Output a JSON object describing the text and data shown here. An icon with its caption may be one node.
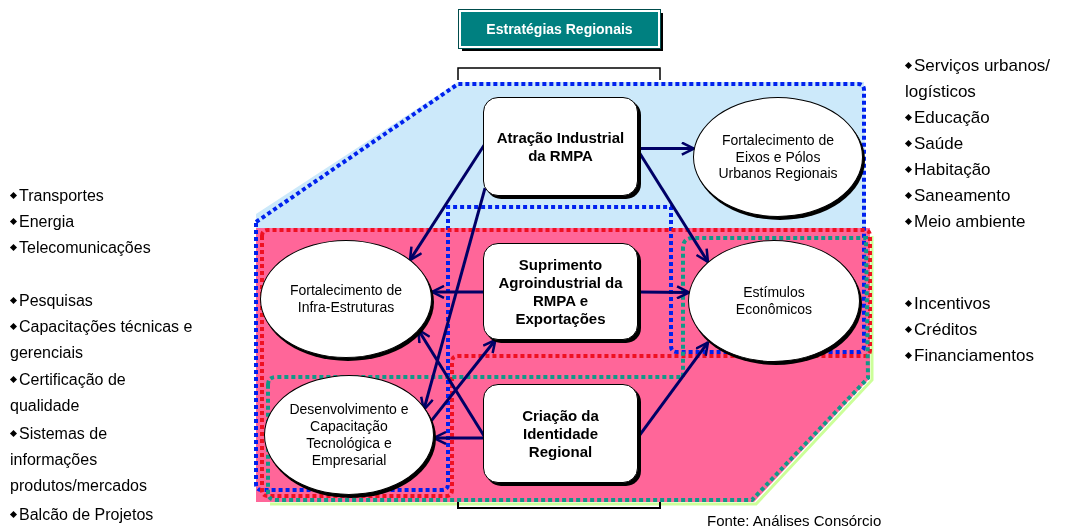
{
  "diagram": {
    "nodes": [
      {
        "text": [
          "Estratégias Regionais"
        ]
      },
      {
        "text": [
          "Atração Industrial da RMPA"
        ]
      },
      {
        "text": [
          "Fortalecimento de Eixos e Pólos Urbanos Regionais"
        ]
      },
      {
        "text": [
          "Fortalecimento de Infra-Estruturas"
        ]
      },
      {
        "text": [
          "Suprimento Agroindustrial da RMPA e Exportações"
        ]
      },
      {
        "text": [
          "Estímulos Econômicos"
        ]
      },
      {
        "text": [
          "Desenvolvimento e Capacitação Tecnológica e Empresarial"
        ]
      },
      {
        "text": [
          "Criação da Identidade Regional"
        ]
      }
    ],
    "edges": [
      {
        "from": 1,
        "to": 2,
        "arrow": "to"
      },
      {
        "from": 1,
        "to": 5,
        "arrow": "to"
      },
      {
        "from": 1,
        "to": 3,
        "arrow": "to"
      },
      {
        "from": 1,
        "to": 6,
        "arrow": "to"
      },
      {
        "from": 4,
        "to": 3,
        "arrow": "to"
      },
      {
        "from": 4,
        "to": 5,
        "arrow": "to"
      },
      {
        "from": 7,
        "to": 3,
        "arrow": "to"
      },
      {
        "from": 7,
        "to": 6,
        "arrow": "to"
      },
      {
        "from": 6,
        "to": 4,
        "arrow": "to"
      },
      {
        "from": 7,
        "to": 5,
        "arrow": "to"
      }
    ],
    "labels": [
      "Serviços urbanos/ logísticos",
      "Educação",
      "Saúde",
      "Habitação",
      "Saneamento",
      "Meio ambiente",
      "Transportes",
      "Energia",
      "Telecomunicações",
      "Incentivos",
      "Créditos",
      "Financiamentos",
      "Pesquisas",
      "Capacitações técnicas e gerenciais",
      "Certificação de qualidade",
      "Sistemas de informações produtos/mercados",
      "Balcão de Projetos",
      "Fonte: Análises Consórcio"
    ]
  }
}
